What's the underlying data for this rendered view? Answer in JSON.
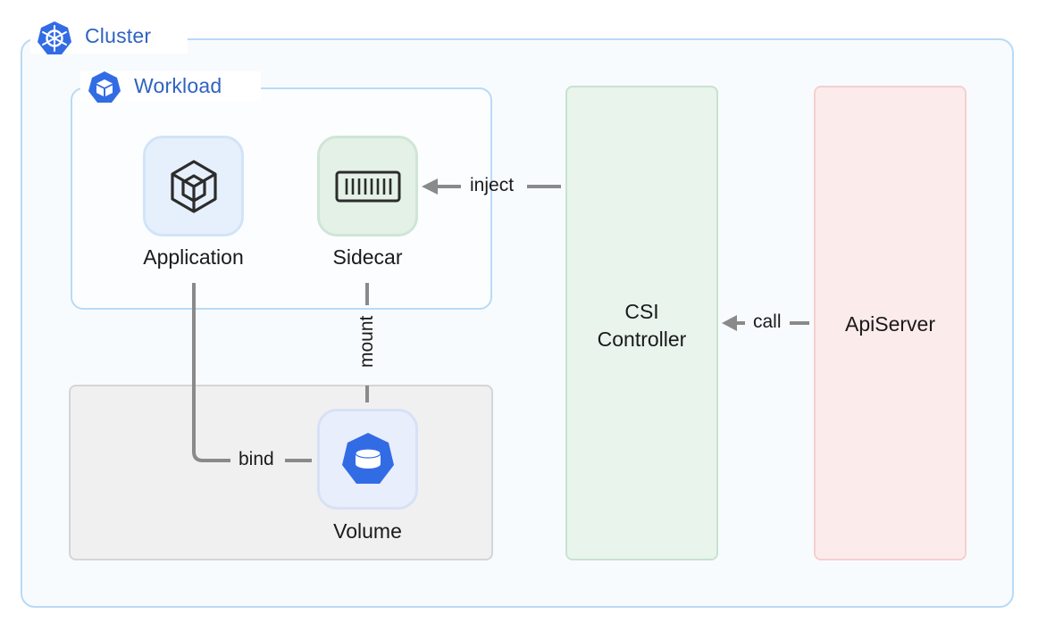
{
  "cluster": {
    "label": "Cluster",
    "icon": "kubernetes-helm-icon"
  },
  "workload": {
    "label": "Workload",
    "icon": "cube-badge-icon"
  },
  "nodes": {
    "application": {
      "label": "Application",
      "icon": "cube-outline-icon"
    },
    "sidecar": {
      "label": "Sidecar",
      "icon": "container-icon"
    },
    "volume": {
      "label": "Volume",
      "icon": "database-badge-icon"
    },
    "csi": {
      "label_line1": "CSI",
      "label_line2": "Controller"
    },
    "apiserver": {
      "label": "ApiServer"
    }
  },
  "edges": {
    "inject": "inject",
    "call": "call",
    "mount": "mount",
    "bind": "bind"
  },
  "colors": {
    "accent": "#2f63c2",
    "badge_blue": "#326ce5",
    "line": "#8a8a8a"
  }
}
